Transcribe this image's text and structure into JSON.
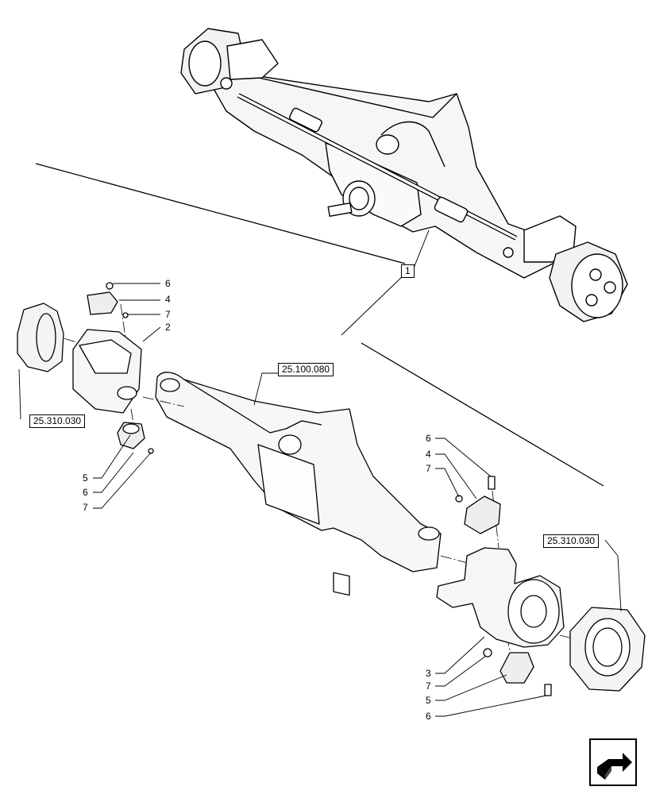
{
  "references": {
    "assembly": "1",
    "axle_housing": "25.100.080",
    "hub_left": "25.310.030",
    "hub_right": "25.310.030"
  },
  "callouts_upper_left": [
    "6",
    "4",
    "7",
    "2"
  ],
  "callouts_lower_left": [
    "5",
    "6",
    "7"
  ],
  "callouts_upper_right": [
    "6",
    "4",
    "7"
  ],
  "callouts_lower_right": [
    "3",
    "7",
    "5",
    "6"
  ],
  "navigation": {
    "icon": "next-page-arrow-icon"
  }
}
